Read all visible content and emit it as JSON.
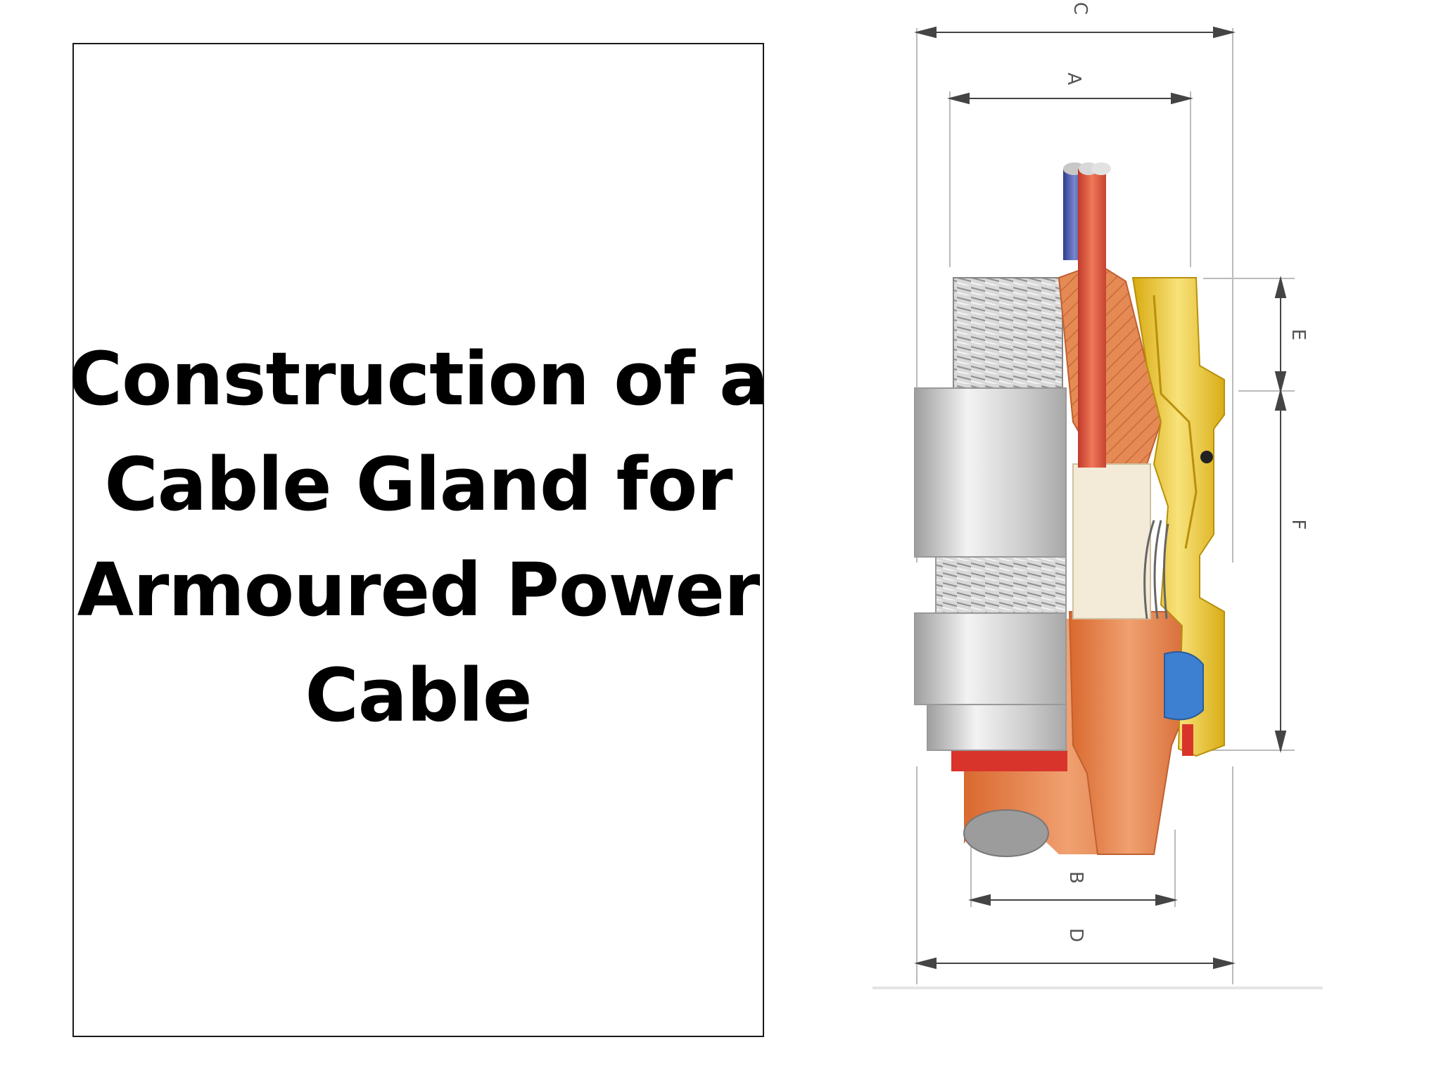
{
  "title": {
    "lines": [
      "Construction of a",
      "Cable Gland for",
      "Armoured Power",
      "Cable"
    ]
  },
  "diagram": {
    "dimension_labels": {
      "A": "A",
      "B": "B",
      "C": "C",
      "D": "D",
      "E": "E",
      "F": "F"
    },
    "colors": {
      "brass": "#e8c21a",
      "copper": "#e07a3c",
      "steel": "#c9c9c9",
      "blue_core": "#3f4fa0",
      "red_core": "#d8432c",
      "seal_blue": "#3d7fd0",
      "dimension_line": "#444444"
    }
  }
}
